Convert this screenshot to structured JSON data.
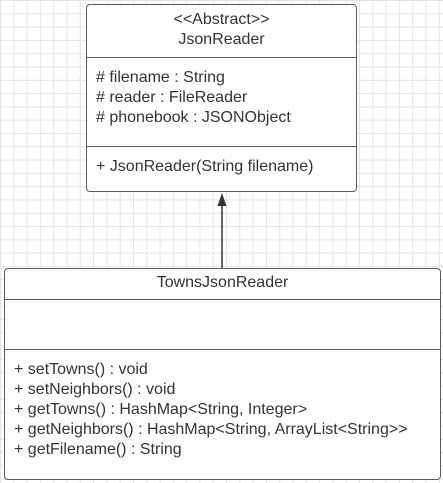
{
  "superclass": {
    "stereotype": "<<Abstract>>",
    "name": "JsonReader",
    "attributes": [
      "# filename : String",
      "# reader : FileReader",
      "# phonebook : JSONObject"
    ],
    "operations": [
      "+ JsonReader(String filename)"
    ]
  },
  "subclass": {
    "name": "TownsJsonReader",
    "attributes": [],
    "operations": [
      "+ setTowns() : void",
      "+ setNeighbors() : void",
      "+ getTowns() : HashMap<String, Integer>",
      "+ getNeighbors() : HashMap<String, ArrayList<String>>",
      "+ getFilename() : String"
    ]
  },
  "relationship": {
    "type": "generalization",
    "from": "TownsJsonReader",
    "to": "JsonReader"
  }
}
